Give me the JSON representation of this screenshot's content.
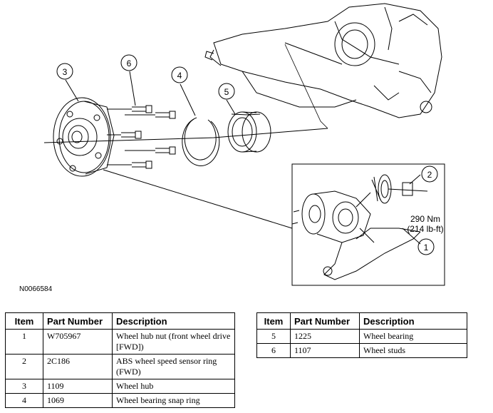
{
  "figure": {
    "id": "N0066584",
    "callouts": [
      "1",
      "2",
      "3",
      "4",
      "5",
      "6"
    ],
    "torque_spec": [
      "290 Nm",
      "(214 lb-ft)"
    ]
  },
  "table_left": {
    "headers": [
      "Item",
      "Part Number",
      "Description"
    ],
    "rows": [
      {
        "item": "1",
        "part": "W705967",
        "desc": "Wheel hub nut (front wheel drive [FWD])"
      },
      {
        "item": "2",
        "part": "2C186",
        "desc": "ABS wheel speed sensor ring (FWD)"
      },
      {
        "item": "3",
        "part": "1109",
        "desc": "Wheel hub"
      },
      {
        "item": "4",
        "part": "1069",
        "desc": "Wheel bearing snap ring"
      }
    ]
  },
  "table_right": {
    "headers": [
      "Item",
      "Part Number",
      "Description"
    ],
    "rows": [
      {
        "item": "5",
        "part": "1225",
        "desc": "Wheel bearing"
      },
      {
        "item": "6",
        "part": "1107",
        "desc": "Wheel studs"
      }
    ]
  }
}
